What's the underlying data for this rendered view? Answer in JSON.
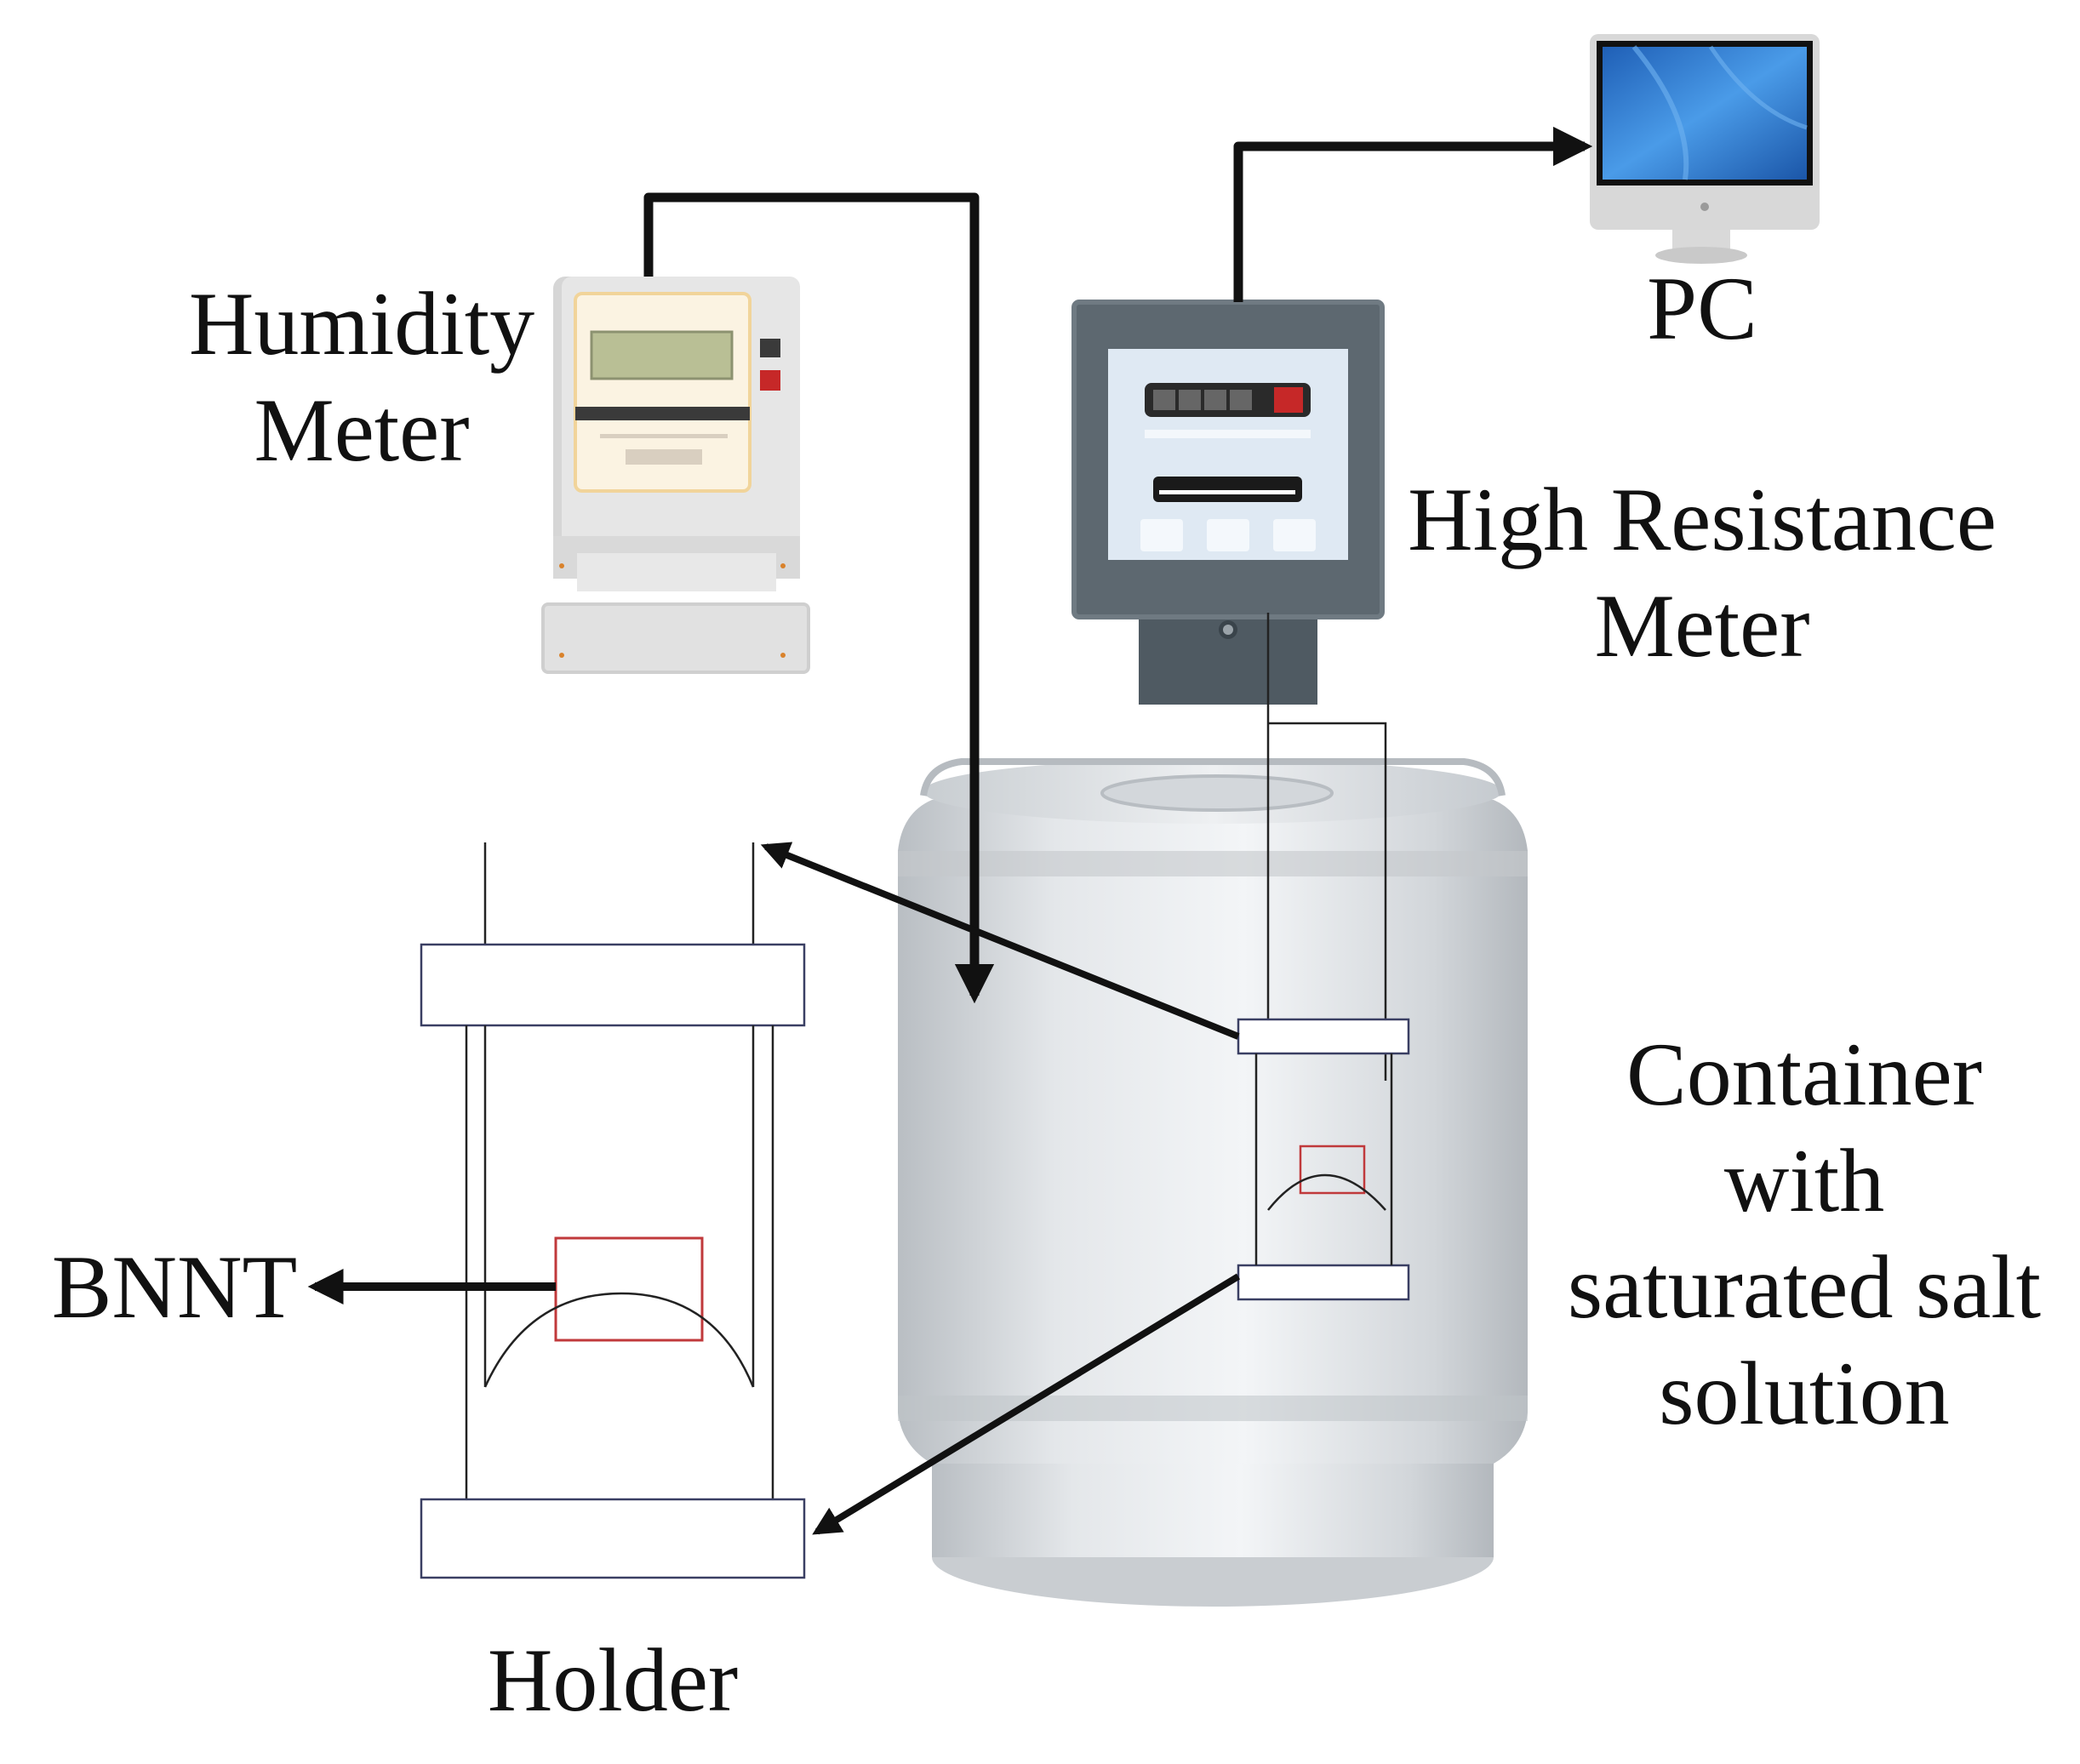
{
  "labels": {
    "humidity_meter": [
      "Humidity",
      "Meter"
    ],
    "pc": "PC",
    "high_resistance_meter": [
      "High Resistance",
      "Meter"
    ],
    "container": [
      "Container",
      "with",
      "saturated salt",
      "solution"
    ],
    "bnnt": "BNNT",
    "holder": "Holder"
  },
  "colors": {
    "arrow": "#111111",
    "holder_outline": "#3a3f63",
    "sample_box": "#c0393b",
    "container_body": "#d7dadd",
    "monitor_screen": "#2f7fd6",
    "resistance_meter_case": "#5d6870",
    "humidity_meter_case": "#e3e3e3",
    "humidity_display": "#b9bf95"
  }
}
